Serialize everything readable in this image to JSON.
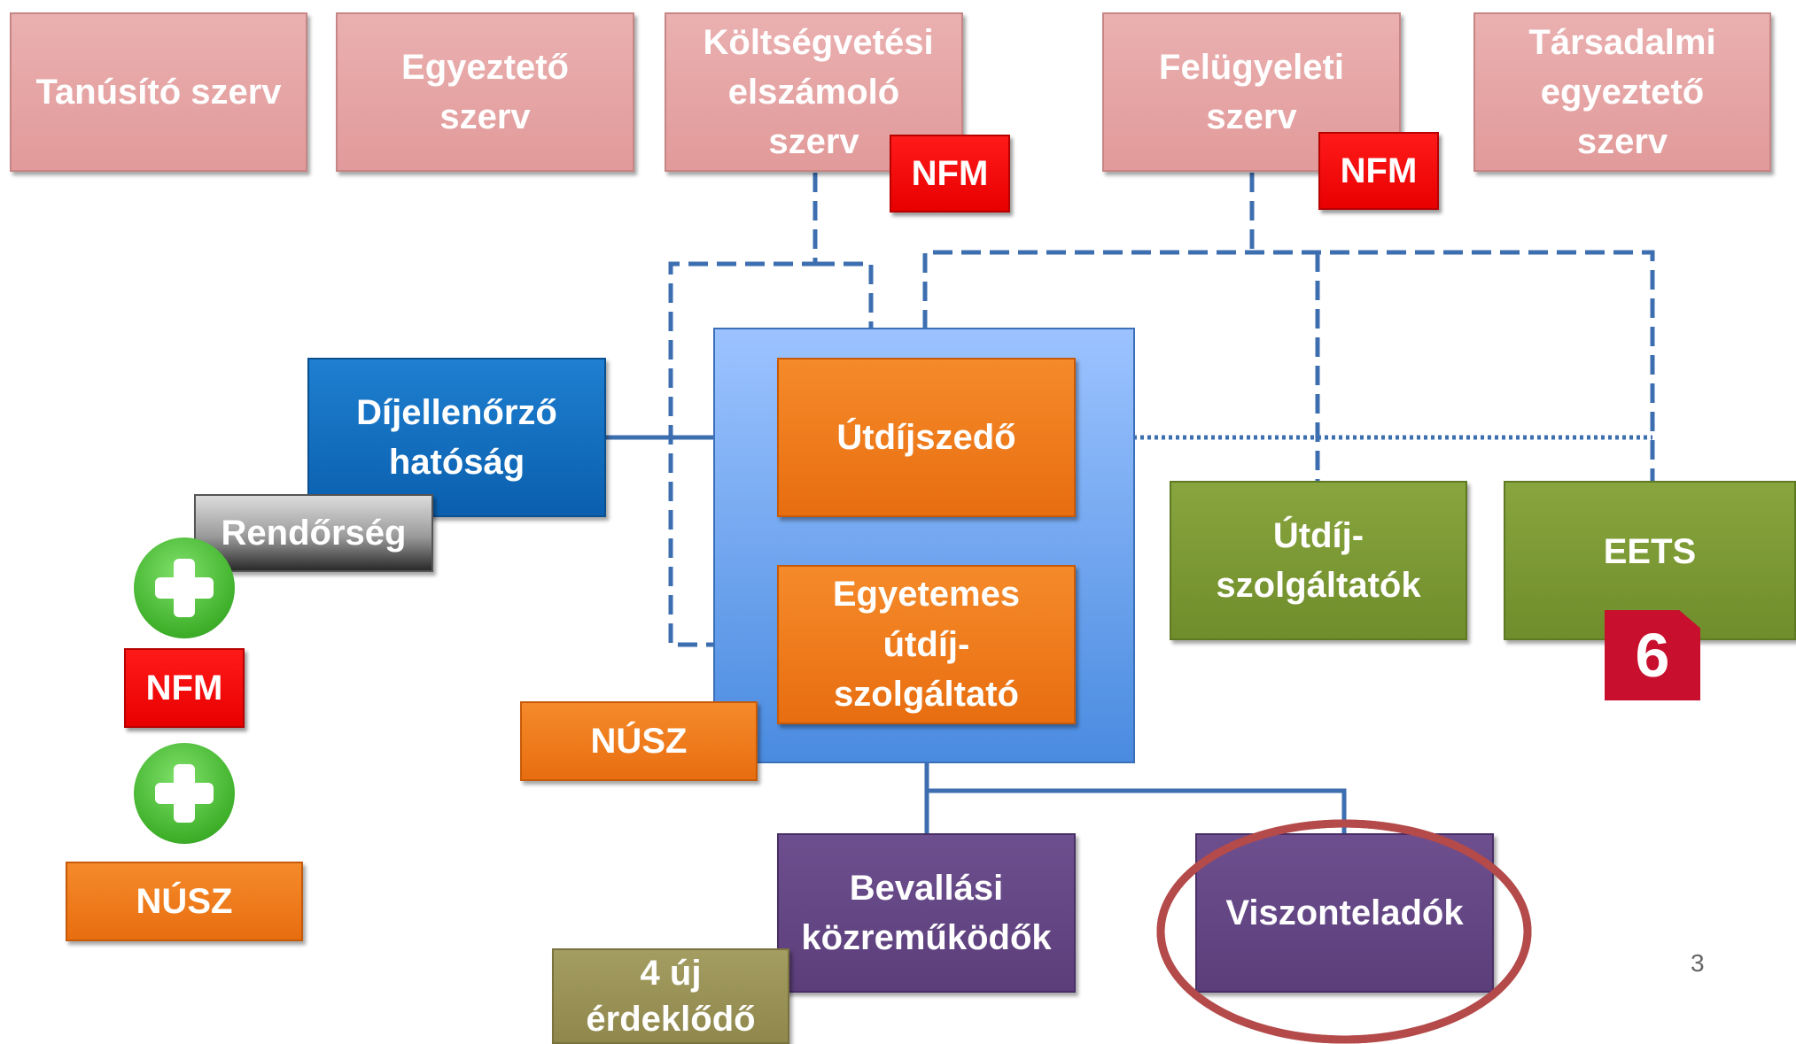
{
  "top_boxes": {
    "tanusito": "Tanúsító szerv",
    "egyezteto": "Egyeztető szerv",
    "koltsegvetesi": "Költségvetési elszámoló szerv",
    "felugyeleti": "Felügyeleti szerv",
    "tarsadalmi": "Társadalmi egyeztető szerv"
  },
  "labels": {
    "nfm": "NFM",
    "utdijszedo": "Útdíjszedő",
    "egyetemes": "Egyetemes útdíj-szolgáltató",
    "dijellenorzo": "Díjellenőrző hatóság",
    "rendorseg": "Rendőrség",
    "utdij_szolg": "Útdíj-szolgáltatók",
    "eets": "EETS",
    "nusz": "NÚSZ",
    "bevallasi": "Bevallási közreműködők",
    "viszonteladok": "Viszonteladók",
    "erdeklodo": "4 új érdeklődő",
    "badge": "6",
    "page_number": "3"
  },
  "colors": {
    "pink": "#e29a9a",
    "orange": "#e86e10",
    "blue": "#0a5fae",
    "green": "#6f8d2b",
    "purple": "#5b3e7a",
    "red": "#e80000",
    "connector": "#3d6fb0",
    "highlight_ellipse": "#b44a4a"
  },
  "icons": {
    "plus": "plus-circle-icon"
  }
}
